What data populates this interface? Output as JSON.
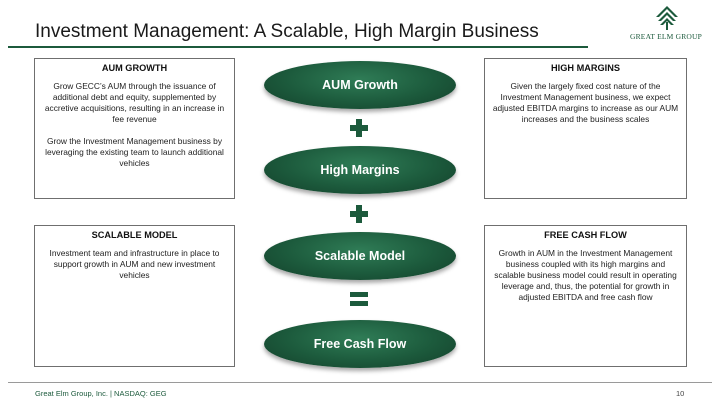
{
  "slide": {
    "title": "Investment Management: A Scalable, High Margin Business"
  },
  "logo": {
    "text": "GREAT ELM GROUP",
    "icon": "great-elm-chevron-logo",
    "brand_color": "#1c5a3c"
  },
  "boxes": {
    "aum_growth": {
      "heading": "AUM GROWTH",
      "paragraphs": [
        "Grow GECC’s AUM through the issuance of additional debt and equity, supplemented by accretive acquisitions, resulting in an increase in fee revenue",
        "Grow the Investment Management business by leveraging the existing team to launch additional vehicles"
      ]
    },
    "high_margins": {
      "heading": "HIGH MARGINS",
      "paragraphs": [
        "Given the largely fixed cost nature of the Investment Management business, we expect adjusted EBITDA margins to increase as our AUM increases and the business scales"
      ]
    },
    "scalable_model": {
      "heading": "SCALABLE MODEL",
      "paragraphs": [
        "Investment team and infrastructure in place to support growth in AUM and new investment vehicles"
      ]
    },
    "free_cash_flow": {
      "heading": "FREE CASH FLOW",
      "paragraphs": [
        "Growth in AUM in the Investment Management business coupled with its high margins and scalable business model could result in operating leverage and, thus, the potential for growth in adjusted EBITDA and free cash flow"
      ]
    }
  },
  "center": {
    "ovals": [
      "AUM Growth",
      "High Margins",
      "Scalable Model",
      "Free Cash Flow"
    ],
    "operators": [
      "plus-icon",
      "plus-icon",
      "equals-icon"
    ],
    "oval_color": "#1c5a3c"
  },
  "footer": {
    "company": "Great Elm Group, Inc. | NASDAQ: GEG",
    "page_number": "10"
  }
}
